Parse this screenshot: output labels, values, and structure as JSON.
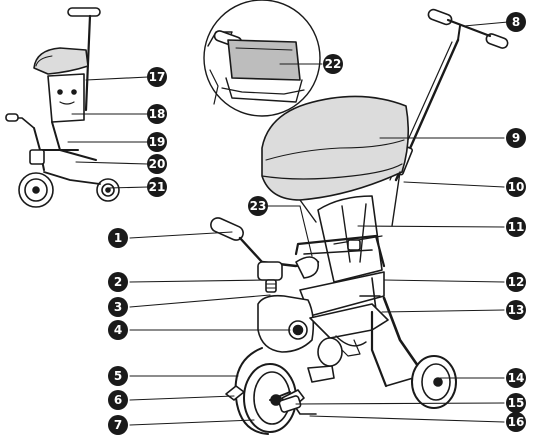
{
  "callouts": [
    {
      "number": "1"
    },
    {
      "number": "2"
    },
    {
      "number": "3"
    },
    {
      "number": "4"
    },
    {
      "number": "5"
    },
    {
      "number": "6"
    },
    {
      "number": "7"
    },
    {
      "number": "8"
    },
    {
      "number": "9"
    },
    {
      "number": "10"
    },
    {
      "number": "11"
    },
    {
      "number": "12"
    },
    {
      "number": "13"
    },
    {
      "number": "14"
    },
    {
      "number": "15"
    },
    {
      "number": "16"
    },
    {
      "number": "17"
    },
    {
      "number": "18"
    },
    {
      "number": "19"
    },
    {
      "number": "20"
    },
    {
      "number": "21"
    },
    {
      "number": "22"
    },
    {
      "number": "23"
    }
  ],
  "colors": {
    "line": "#1a1a1a",
    "callout_fill": "#1a1a1a",
    "canopy_fill": "#dcdcdc",
    "canopy_dark": "#bdbdbd",
    "background": "#ffffff"
  }
}
